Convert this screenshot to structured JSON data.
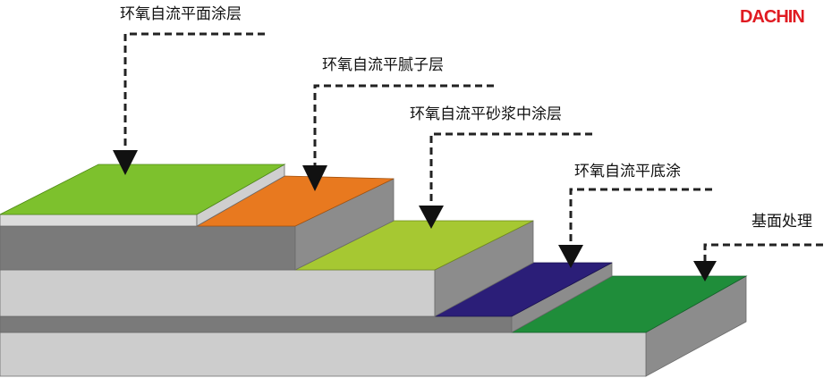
{
  "brand": {
    "text": "DACHIN",
    "color": "#e01b22"
  },
  "layers": [
    {
      "id": "top-coat",
      "label": "环氧自流平面涂层",
      "color": "#7dc12d"
    },
    {
      "id": "putty-layer",
      "label": "环氧自流平腻子层",
      "color": "#e8791f"
    },
    {
      "id": "mortar-middle-coat",
      "label": "环氧自流平砂浆中涂层",
      "color": "#a6c832"
    },
    {
      "id": "primer",
      "label": "环氧自流平底涂",
      "color": "#2b1e78"
    },
    {
      "id": "substrate-treatment",
      "label": "基面处理",
      "color": "#1f8d3a"
    }
  ],
  "colors": {
    "slab_front_light": "#cdcdcd",
    "slab_front_dark": "#7a7a7a",
    "slab_side": "#8c8c8c",
    "thin_edge": "#dcdcdc"
  }
}
